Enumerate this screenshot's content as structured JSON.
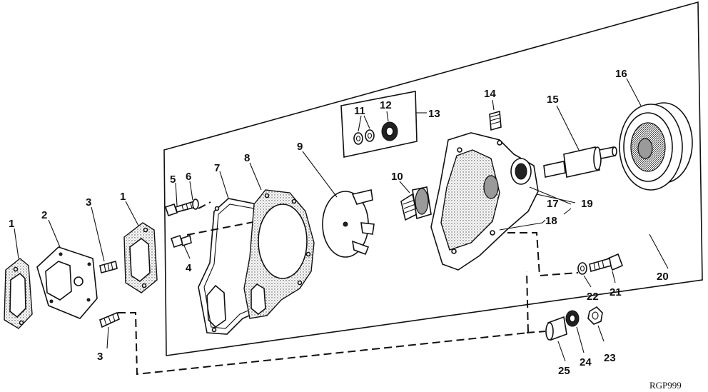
{
  "diagram": {
    "callouts": {
      "c1a": "1",
      "c1b": "1",
      "c2": "2",
      "c3a": "3",
      "c3b": "3",
      "c4": "4",
      "c5": "5",
      "c6": "6",
      "c7": "7",
      "c8": "8",
      "c9": "9",
      "c10": "10",
      "c11": "11",
      "c12": "12",
      "c13": "13",
      "c14": "14",
      "c15": "15",
      "c16": "16",
      "c17": "17",
      "c18": "18",
      "c19": "19",
      "c20": "20",
      "c21": "21",
      "c22": "22",
      "c23": "23",
      "c24": "24",
      "c25": "25"
    },
    "figure_code": "RGP999"
  }
}
